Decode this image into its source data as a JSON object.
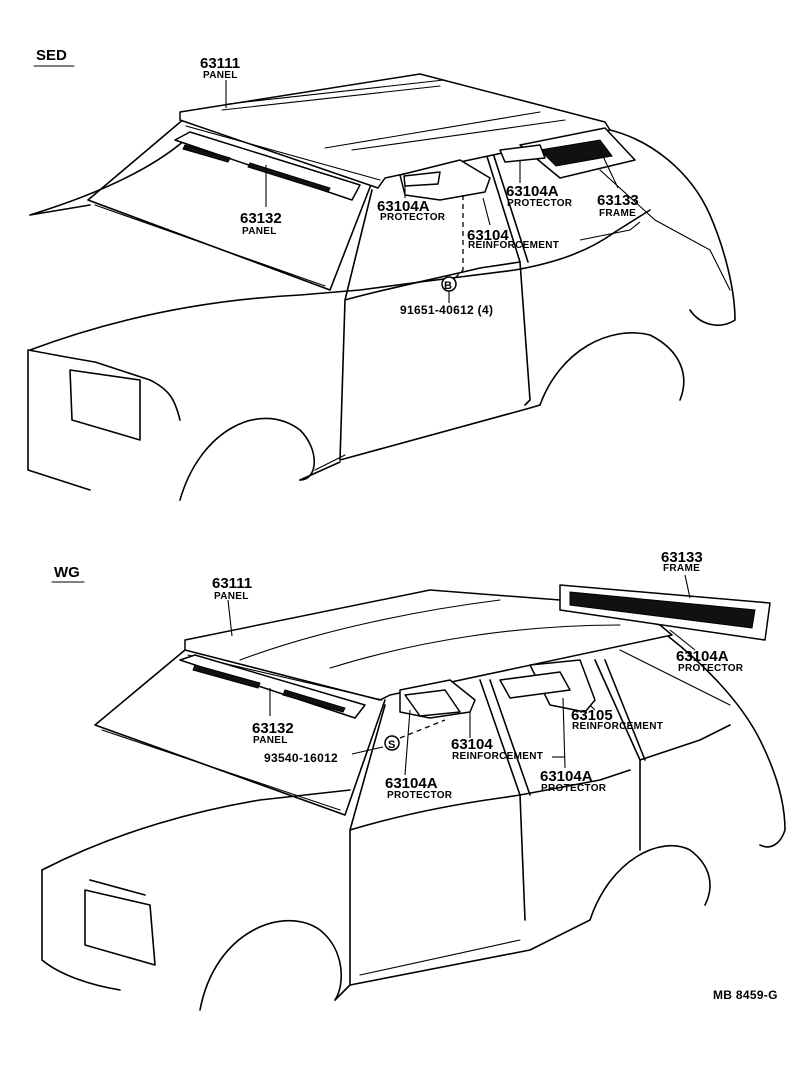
{
  "diagram": {
    "sedan": {
      "section_label": "SED",
      "callouts": [
        {
          "id": "sed-63111",
          "part_no": "63111",
          "name": "PANEL"
        },
        {
          "id": "sed-63132",
          "part_no": "63132",
          "name": "PANEL"
        },
        {
          "id": "sed-63104A-front",
          "part_no": "63104A",
          "name": "PROTECTOR"
        },
        {
          "id": "sed-63104A-rear",
          "part_no": "63104A",
          "name": "PROTECTOR"
        },
        {
          "id": "sed-63133",
          "part_no": "63133",
          "name": "FRAME"
        },
        {
          "id": "sed-63104",
          "part_no": "63104",
          "name": "REINFORCEMENT"
        },
        {
          "id": "sed-bolt",
          "part_no": "91651-40612 (4)",
          "name": ""
        }
      ],
      "symbol": "B"
    },
    "wagon": {
      "section_label": "WG",
      "callouts": [
        {
          "id": "wg-63111",
          "part_no": "63111",
          "name": "PANEL"
        },
        {
          "id": "wg-63133",
          "part_no": "63133",
          "name": "FRAME"
        },
        {
          "id": "wg-63104A-rear",
          "part_no": "63104A",
          "name": "PROTECTOR"
        },
        {
          "id": "wg-63132",
          "part_no": "63132",
          "name": "PANEL"
        },
        {
          "id": "wg-63105",
          "part_no": "63105",
          "name": "REINFORCEMENT"
        },
        {
          "id": "wg-63104",
          "part_no": "63104",
          "name": "REINFORCEMENT"
        },
        {
          "id": "wg-screw",
          "part_no": "93540-16012",
          "name": ""
        },
        {
          "id": "wg-63104A-front",
          "part_no": "63104A",
          "name": "PROTECTOR"
        },
        {
          "id": "wg-63104A-mid",
          "part_no": "63104A",
          "name": "PROTECTOR"
        }
      ],
      "symbol": "S"
    },
    "footer_code": "MB  8459-G"
  }
}
